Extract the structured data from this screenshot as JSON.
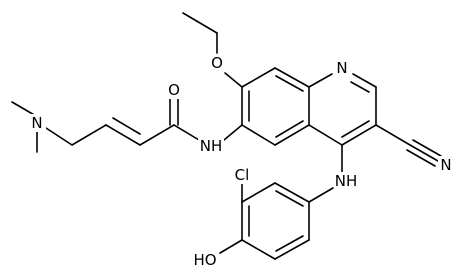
{
  "molecule": {
    "atoms": {
      "n_amine": "N",
      "o_carbonyl": "O",
      "n_amide": "NH",
      "o_ethoxy": "O",
      "n_ring": "N",
      "n_nitrile": "N",
      "n_aniline": "NH",
      "cl": "Cl",
      "ho": "HO"
    }
  },
  "colors": {
    "ink": "#000000",
    "background": "#ffffff"
  }
}
